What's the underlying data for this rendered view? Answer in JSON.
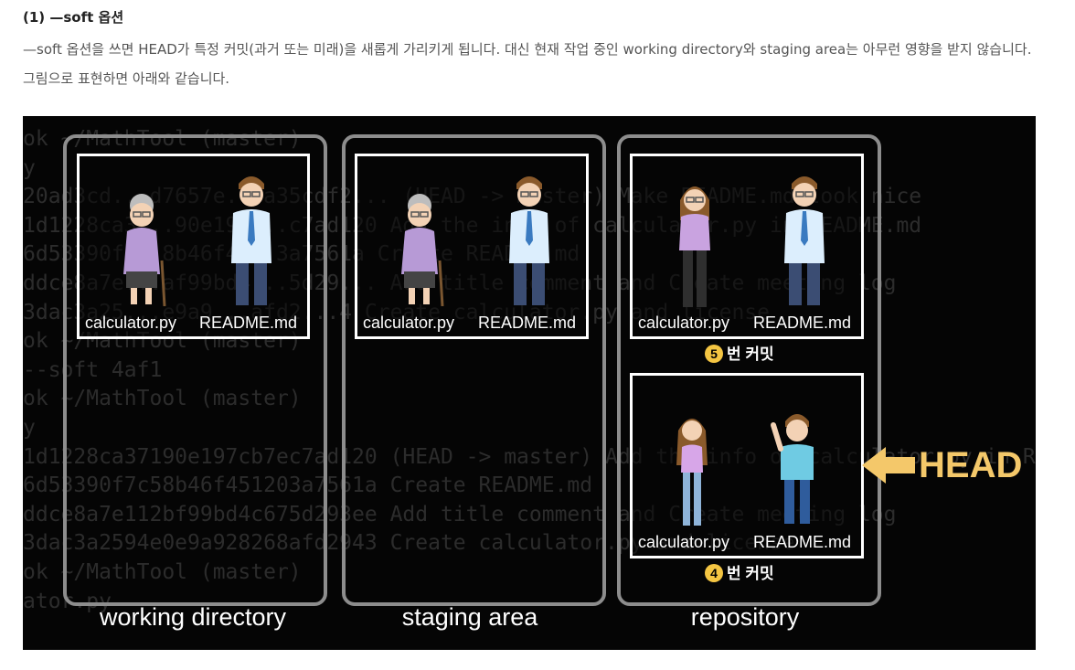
{
  "heading": "(1) —soft 옵션",
  "paragraph": "—soft 옵션을 쓰면 HEAD가 특정 커밋(과거 또는 미래)을 새롭게 가리키게 됩니다. 대신 현재 작업 중인 working directory와 staging area는 아무런 영향을 받지 않습니다. 그림으로 표현하면 아래와 같습니다.",
  "figure": {
    "background_terminal": [
      "ok ~/MathTool (master)",
      "y",
      "20ad3cd...d7657e...a35cdf2... (HEAD -> master) Make README.md look nice",
      "1d1228ca3...90e197...c7ad120 Add the info of calculator.py in README.md",
      "6d53390f...8b46f4...3a7561a Create README.md",
      "ddce8a7e...af99bd4...5d29... Add title comment and Create meeting log",
      "3dac3a25...e9a9...afd2...4 Create calculator.py and license",
      "ok ~/MathTool (master)",
      "--soft 4af1",
      "ok ~/MathTool (master)",
      "y",
      "1d1228ca37190e197cb7ec7ad120 (HEAD -> master) Add the info of calculator.py in README",
      "6d53390f7c58b46f451203a7561a Create README.md",
      "ddce8a7e112bf99bd4c675d293ee Add title comment and Create meeting log",
      "3dac3a2594e0e9a928268afd2943 Create calculator.py and license",
      "ok ~/MathTool (master)",
      "ator.py"
    ],
    "panels": [
      {
        "label": "working directory"
      },
      {
        "label": "staging area"
      },
      {
        "label": "repository"
      }
    ],
    "file_calculator": "calculator.py",
    "file_readme": "README.md",
    "commit5_num": "5",
    "commit5_text": "번 커밋",
    "commit4_num": "4",
    "commit4_text": "번 커밋",
    "head_label": "HEAD",
    "colors": {
      "arrow": "#f4c86a",
      "badge": "#f4c542",
      "panel_border": "#8d8d8d",
      "frame_border": "#ffffff"
    }
  }
}
